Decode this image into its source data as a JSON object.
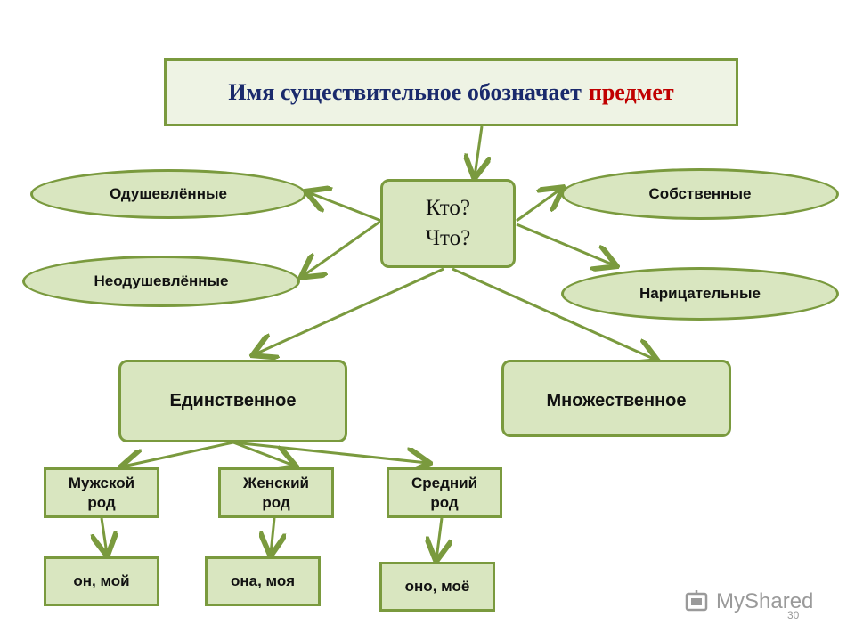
{
  "title": {
    "text": "Имя существительное обозначает",
    "accent": "предмет"
  },
  "question": {
    "line1": "Кто?",
    "line2": "Что?"
  },
  "animacy": {
    "animate": "Одушевлённые",
    "inanimate": "Неодушевлённые"
  },
  "kind": {
    "proper": "Собственные",
    "common": "Нарицательные"
  },
  "number": {
    "singular": "Единственное",
    "plural": "Множественное"
  },
  "gender": [
    {
      "line1": "Мужской",
      "line2": "род",
      "pronouns": "он, мой"
    },
    {
      "line1": "Женский",
      "line2": "род",
      "pronouns": "она, моя"
    },
    {
      "line1": "Средний",
      "line2": "род",
      "pronouns": "оно, моё"
    }
  ],
  "watermark": {
    "text": "MyShared",
    "icon": "myshared-logo-icon"
  },
  "page_number": "30",
  "colors": {
    "box_fill": "#d9e6c0",
    "border": "#7a9a3e",
    "title_text": "#1a2a6c",
    "accent": "#c00000"
  }
}
